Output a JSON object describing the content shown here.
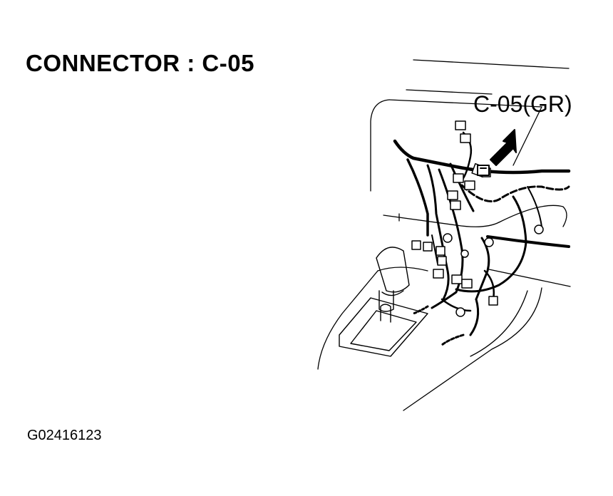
{
  "header": {
    "title": "CONNECTOR : C-05"
  },
  "diagram": {
    "callout_label": "C-05(GR)",
    "figure_id": "G02416123",
    "icons": [
      "arrow-pointer-icon",
      "connector-icon",
      "gear-shift-lever-icon"
    ]
  }
}
